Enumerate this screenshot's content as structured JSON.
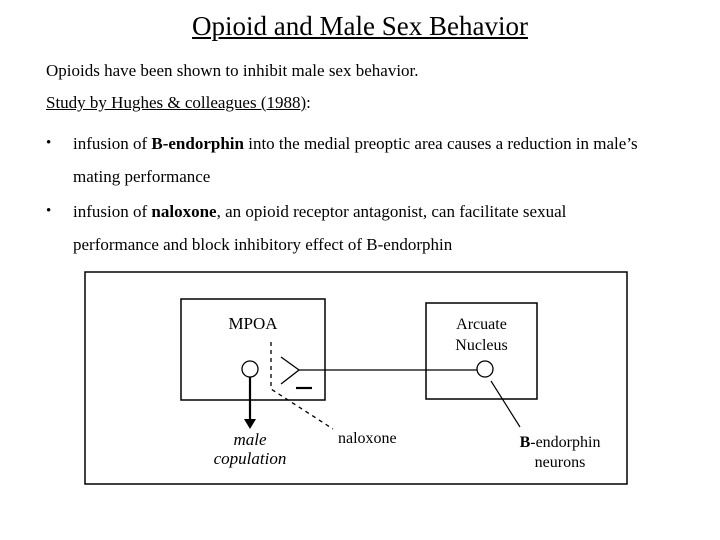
{
  "slide": {
    "title": "Opioid and Male Sex Behavior",
    "intro": "Opioids have been shown to inhibit male sex behavior.",
    "study_heading": "Study by Hughes & colleagues (1988)",
    "study_heading_suffix": ":",
    "bullet_glyph": "•",
    "bullets": [
      {
        "line1_prefix": "infusion of ",
        "line1_bold": "B-endorphin",
        "line1_suffix": " into the medial preoptic area causes a reduction in male’s",
        "line2": "mating performance"
      },
      {
        "line1_prefix": "infusion of ",
        "line1_bold": "naloxone",
        "line1_suffix": ", an opioid receptor antagonist, can facilitate sexual",
        "line2": "performance and block inhibitory effect of B-endorphin"
      }
    ]
  },
  "diagram": {
    "mpoa_label": "MPOA",
    "arcuate_label_line1": "Arcuate",
    "arcuate_label_line2": "Nucleus",
    "male_copulation_line1": "male",
    "male_copulation_line2": "copulation",
    "naloxone_label": "naloxone",
    "bendorphin_bold": "B",
    "bendorphin_rest": "-endorphin",
    "bendorphin_line2": "neurons"
  },
  "colors": {
    "ink": "#000000",
    "background": "#ffffff"
  }
}
